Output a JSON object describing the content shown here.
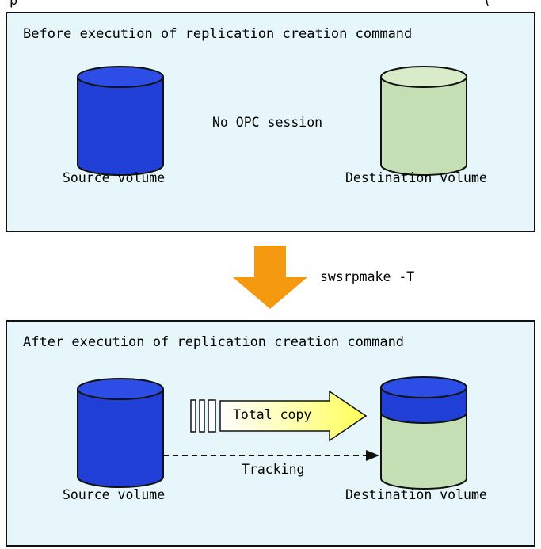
{
  "top_fragment": "p",
  "top_fragment_right": "(",
  "before": {
    "title": "Before execution of replication creation command",
    "source_label": "Source volume",
    "session_label": "No OPC session",
    "destination_label": "Destination volume"
  },
  "command": "swsrpmake -T",
  "after": {
    "title": "After execution of replication creation command",
    "source_label": "Source volume",
    "copy_label": "Total copy",
    "tracking_label": "Tracking",
    "destination_label": "Destination volume"
  },
  "colors": {
    "panel_bg": "#e6f6fa",
    "source_blue": "#1f3fd6",
    "dest_green": "#c4dfb4",
    "arrow_orange": "#f59a10",
    "copy_arrow_yellow": "#ffff66"
  }
}
